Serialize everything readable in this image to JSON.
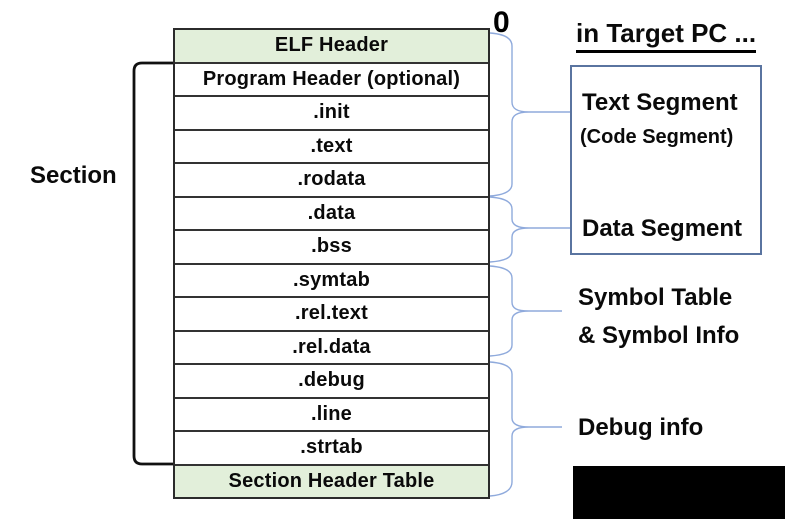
{
  "diagram": {
    "title_note": "ELF object file layout mapped to target segments",
    "offset_zero": "0",
    "section_label": "Section",
    "heading": "in Target PC ...",
    "table": {
      "rows": [
        {
          "label": "ELF Header",
          "highlight": true
        },
        {
          "label": "Program Header (optional)",
          "highlight": false
        },
        {
          "label": ".init",
          "highlight": false
        },
        {
          "label": ".text",
          "highlight": false
        },
        {
          "label": ".rodata",
          "highlight": false
        },
        {
          "label": ".data",
          "highlight": false
        },
        {
          "label": ".bss",
          "highlight": false
        },
        {
          "label": ".symtab",
          "highlight": false
        },
        {
          "label": ".rel.text",
          "highlight": false
        },
        {
          "label": ".rel.data",
          "highlight": false
        },
        {
          "label": ".debug",
          "highlight": false
        },
        {
          "label": ".line",
          "highlight": false
        },
        {
          "label": ".strtab",
          "highlight": false
        },
        {
          "label": "Section Header Table",
          "highlight": true
        }
      ]
    },
    "segment_box": {
      "line1": "Text Segment",
      "line2": "(Code Segment)",
      "line3": "Data Segment"
    },
    "labels": {
      "symbol_line1": "Symbol Table",
      "symbol_line2": "& Symbol Info",
      "debug": "Debug info"
    },
    "groupings": [
      {
        "rows": "ELF Header … .rodata",
        "target": "Text Segment (Code Segment)"
      },
      {
        "rows": ".data … .bss",
        "target": "Data Segment"
      },
      {
        "rows": ".symtab … .rel.data",
        "target": "Symbol Table & Symbol Info"
      },
      {
        "rows": ".debug … Section Header Table",
        "target": "Debug info"
      }
    ],
    "colors": {
      "header_row_bg": "#e2efda",
      "table_border": "#2b2b2b",
      "brace": "#8faadc",
      "box_border": "#5a74a0",
      "bracket": "#111111",
      "redacted_block": "#000000"
    }
  }
}
